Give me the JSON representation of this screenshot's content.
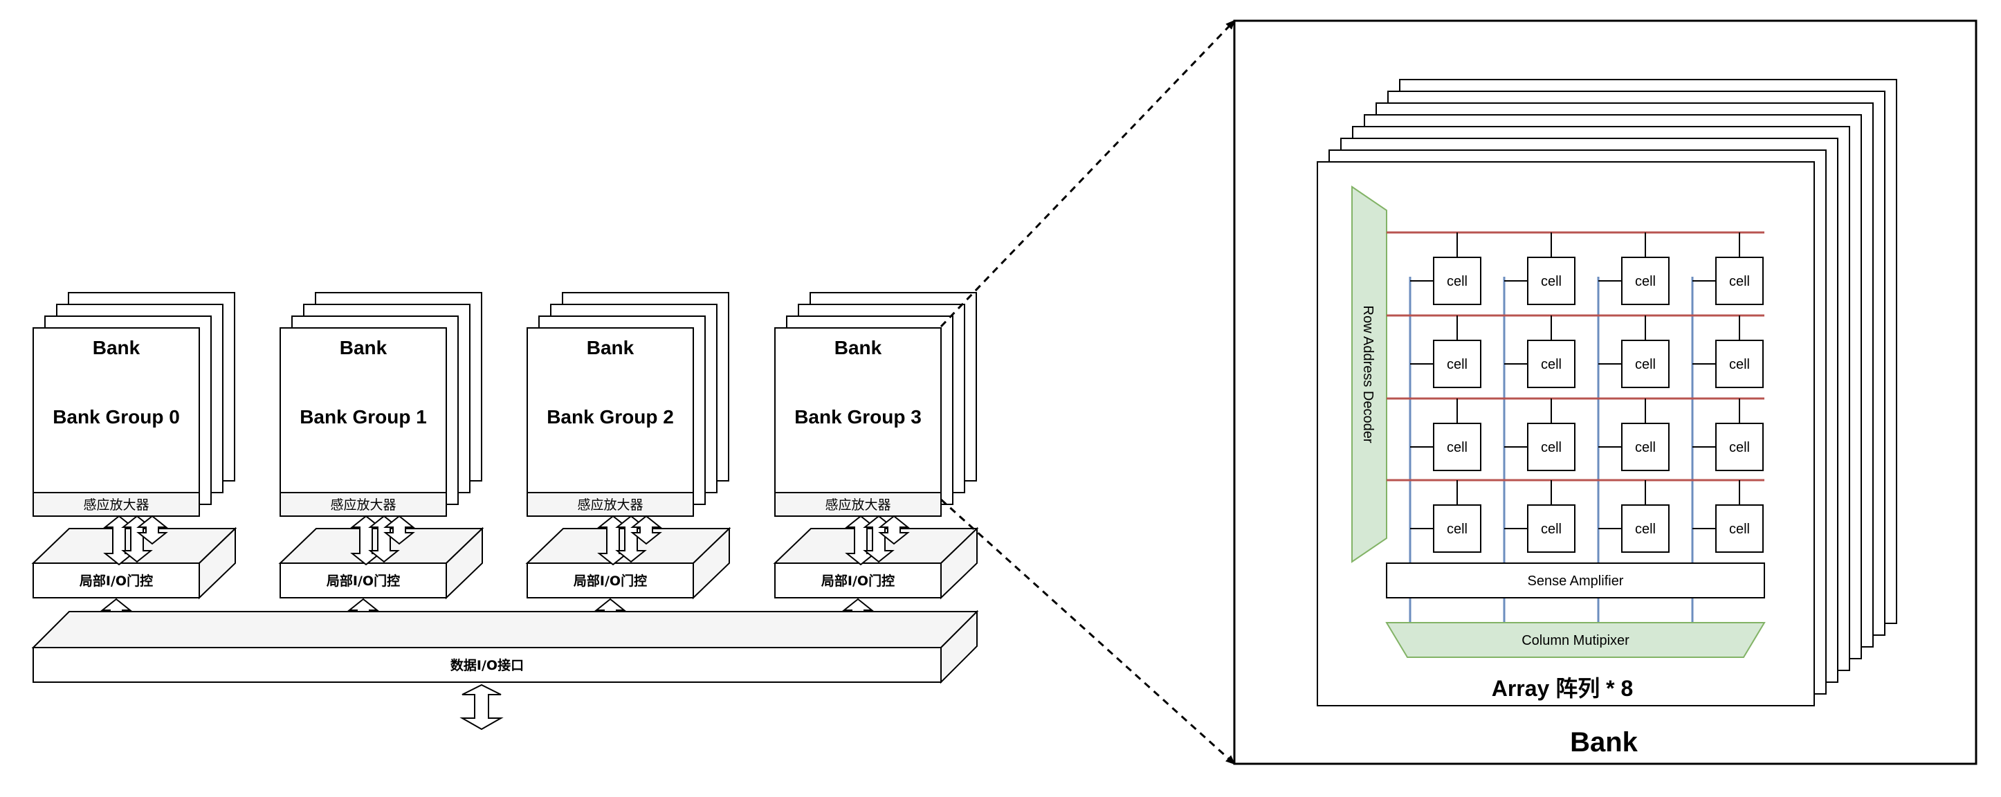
{
  "bank_groups": [
    {
      "bank_label": "Bank",
      "group_label": "Bank Group 0",
      "sense_label": "感应放大器",
      "local_io_label": "局部I/O门控"
    },
    {
      "bank_label": "Bank",
      "group_label": "Bank Group 1",
      "sense_label": "感应放大器",
      "local_io_label": "局部I/O门控"
    },
    {
      "bank_label": "Bank",
      "group_label": "Bank Group 2",
      "sense_label": "感应放大器",
      "local_io_label": "局部I/O门控"
    },
    {
      "bank_label": "Bank",
      "group_label": "Bank Group 3",
      "sense_label": "感应放大器",
      "local_io_label": "局部I/O门控"
    }
  ],
  "data_io_label": "数据I/O接口",
  "detail": {
    "row_decoder_label": "Row Address Decoder",
    "cell_label": "cell",
    "sense_amp_label": "Sense Amplifier",
    "column_mux_label": "Column Mutipixer",
    "array_label": "Array 阵列 * 8",
    "bank_label": "Bank"
  },
  "colors": {
    "word_line": "#b85450",
    "bit_line": "#6c8ebf",
    "decoder_fill": "#d5e8d4",
    "decoder_stroke": "#82b366",
    "block_fill": "#f5f5f5"
  }
}
